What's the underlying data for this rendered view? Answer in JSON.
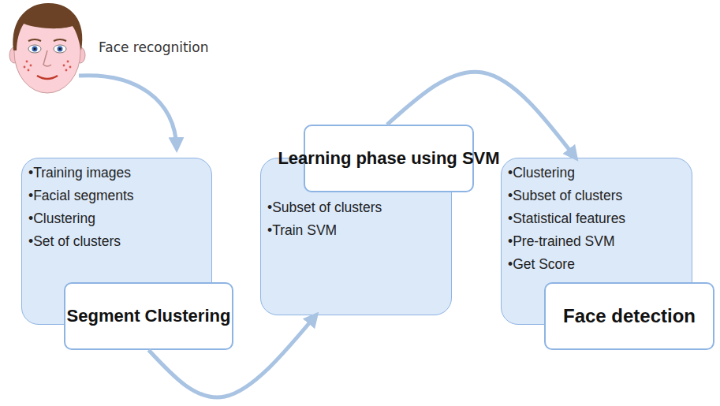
{
  "diagram": {
    "nodes": [
      {
        "text": [
          "•Training images",
          "•Facial segments",
          "•Clustering",
          "•Set of clusters"
        ]
      },
      {
        "text": [
          "Segment Clustering"
        ],
        "in": 0
      },
      {
        "text": [
          "•Subset of clusters",
          "•Train SVM"
        ]
      },
      {
        "text": [
          "Learning phase using SVM"
        ],
        "in": 2
      },
      {
        "text": [
          "•Clustering",
          "•Subset of clusters",
          "•Statistical features",
          "•Pre-trained SVM",
          "•Get Score"
        ]
      },
      {
        "text": [
          "Face detection"
        ],
        "in": 4
      }
    ],
    "edges": [
      {
        "from": 1,
        "to": 2,
        "arrow": "to"
      },
      {
        "from": 3,
        "to": 4,
        "arrow": "to"
      }
    ],
    "labels": [
      "Face recognition"
    ]
  }
}
